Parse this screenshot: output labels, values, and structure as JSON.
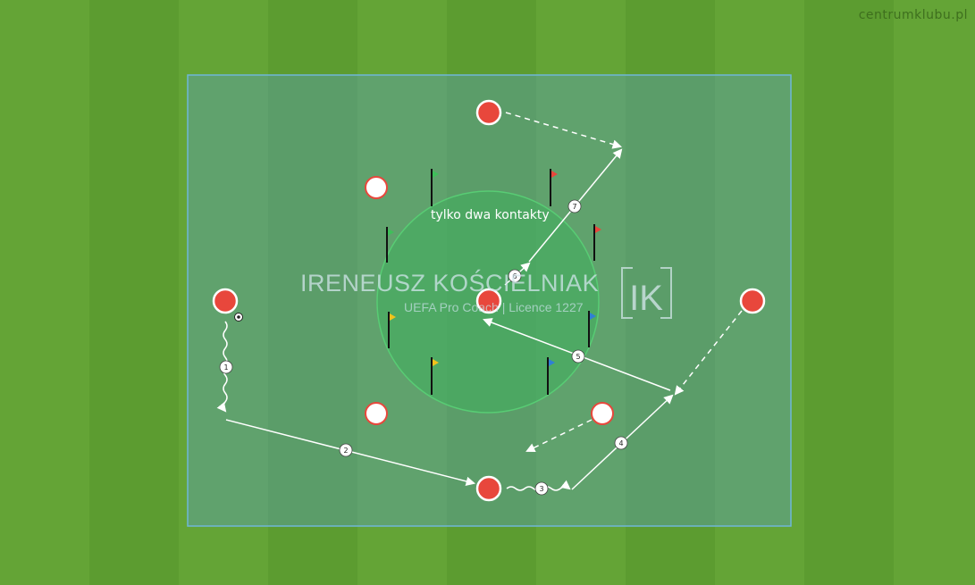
{
  "site_label": "centrumklubu.pl",
  "drill_label": "tylko dwa kontakty",
  "watermark": {
    "name": "IRENEUSZ KOŚCIELNIAK",
    "subtitle": "UEFA Pro Coach   |   Licence 1227",
    "logo": "IK"
  },
  "colors": {
    "grass_dark": "#4f8f27",
    "grass_light": "#66a838",
    "zone": "#5f9fc4",
    "circle": "#4ab36a",
    "player": "#e8473c"
  },
  "pass_numbers": [
    "1",
    "2",
    "3",
    "4",
    "5",
    "6",
    "7"
  ]
}
